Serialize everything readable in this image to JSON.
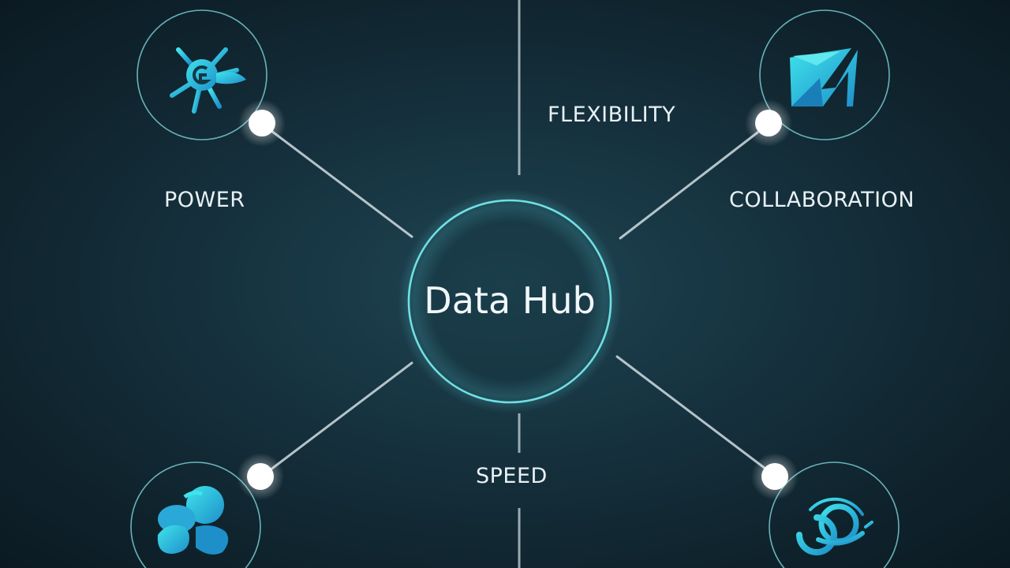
{
  "hub": {
    "title": "Data Hub"
  },
  "nodes": {
    "flexibility": {
      "label": "FLEXIBILITY"
    },
    "power": {
      "label": "POWER",
      "icon": "sunburst-icon"
    },
    "collaboration": {
      "label": "COLLABORATION",
      "icon": "arrow-chevron-icon"
    },
    "speed": {
      "label": "SPEED"
    },
    "bottom_left": {
      "icon": "people-icon"
    },
    "bottom_right": {
      "icon": "swirl-icon"
    }
  },
  "colors": {
    "background": "#173441",
    "accent": "#5fd4e0",
    "ring": "#7fd6dc",
    "line": "#cfdde2",
    "text": "#e9f1f4"
  }
}
